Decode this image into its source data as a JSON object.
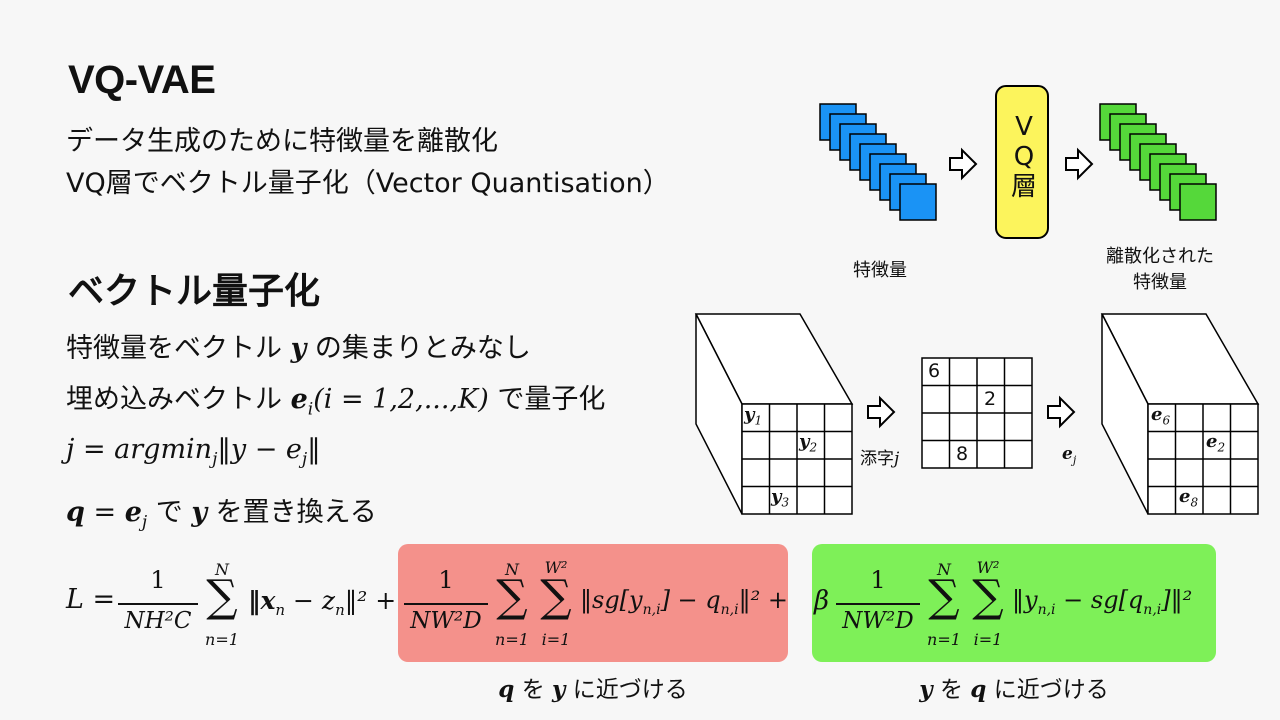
{
  "title": "VQ-VAE",
  "subtitle": {
    "line1": "データ生成のために特徴量を離散化",
    "line2": "VQ層でベクトル量子化（Vector Quantisation）"
  },
  "section": {
    "heading": "ベクトル量子化",
    "line1_pre": "特徴量をベクトル ",
    "line1_var": "y",
    "line1_post": " の集まりとみなし",
    "line2_pre": "埋め込みベクトル ",
    "line2_var": "e",
    "line2_sub": "i",
    "line2_math": "(i = 1,2,...,K)",
    "line2_post": " で量子化",
    "line3_lhs": "j = argmin",
    "line3_sub": "j",
    "line3_rhs": "‖y − e",
    "line3_sub2": "j",
    "line3_end": "‖",
    "line4_q": "q",
    "line4_eq": " = ",
    "line4_e": "e",
    "line4_sub": "j",
    "line4_mid": " で ",
    "line4_y": "y",
    "line4_post": " を置き換える"
  },
  "diagram_top": {
    "vq_label_1": "V",
    "vq_label_2": "Q",
    "vq_label_3": "層",
    "left_caption": "特徴量",
    "right_caption_1": "離散化された",
    "right_caption_2": "特徴量",
    "colors": {
      "blue": "#1a93f5",
      "yellow": "#fcf45c",
      "green": "#55d83a"
    }
  },
  "diagram_mid": {
    "y1": "y",
    "y1_sub": "1",
    "y2": "y",
    "y2_sub": "2",
    "y3": "y",
    "y3_sub": "3",
    "idx_6": "6",
    "idx_2": "2",
    "idx_8": "8",
    "arrow1_label": "添字",
    "arrow1_var": "j",
    "arrow2_label": "e",
    "arrow2_sub": "j",
    "e6": "e",
    "e6_sub": "6",
    "e2": "e",
    "e2_sub": "2",
    "e8": "e",
    "e8_sub": "8"
  },
  "loss": {
    "lhs": "L =",
    "frac1_num": "1",
    "frac1_den": "NH²C",
    "sum_top": "N",
    "sum_bottom": "n=1",
    "term1": "‖x",
    "term1_sub": "n",
    "term1_b": " − z",
    "term1_sub2": "n",
    "term1_end": "‖² +",
    "frac2_num": "1",
    "frac2_den": "NW²D",
    "sum2_top": "N",
    "sum2_bottom": "n=1",
    "sum3_top": "W²",
    "sum3_bottom": "i=1",
    "term2": "‖sg[y",
    "term2_sub": "n,i",
    "term2_b": "] − q",
    "term2_sub2": "n,i",
    "term2_end": "‖² +",
    "beta": "β",
    "frac3_num": "1",
    "frac3_den": "NW²D",
    "sum4_top": "N",
    "sum4_bottom": "n=1",
    "sum5_top": "W²",
    "sum5_bottom": "i=1",
    "term3": "‖y",
    "term3_sub": "n,i",
    "term3_b": " − sg[q",
    "term3_sub2": "n,i",
    "term3_end": "]‖²",
    "red_caption_q": "q",
    "red_caption_mid": " を ",
    "red_caption_y": "y",
    "red_caption_post": " に近づける",
    "green_caption_y": "y",
    "green_caption_mid": " を ",
    "green_caption_q": "q",
    "green_caption_post": " に近づける",
    "colors": {
      "red": "#f4918b",
      "green": "#7ef058"
    }
  }
}
